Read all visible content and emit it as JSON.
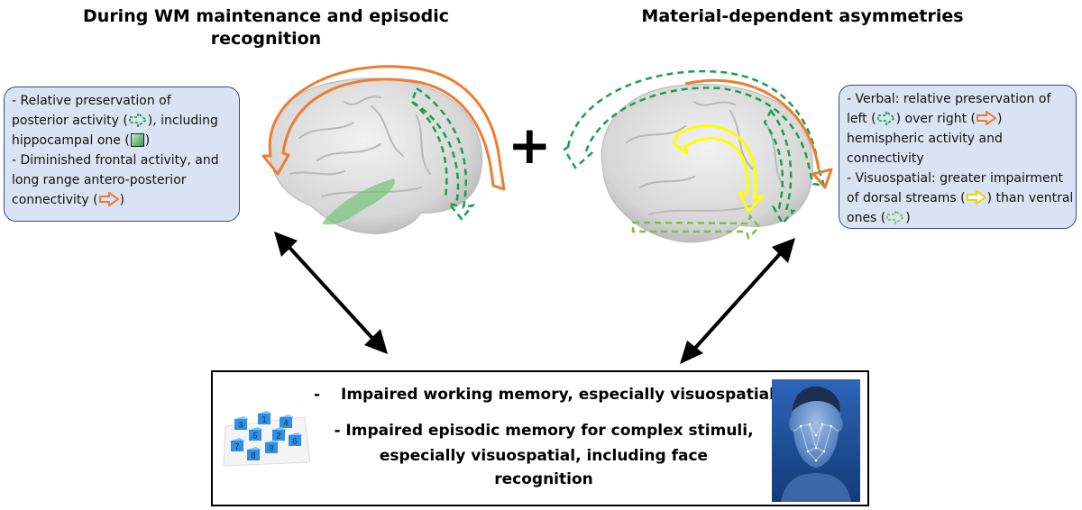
{
  "headings": {
    "left": "During WM maintenance and episodic recognition",
    "right": "Material-dependent asymmetries"
  },
  "plus_symbol": "+",
  "left_note": {
    "line1": "- Relative preservation of",
    "line2a": "posterior activity (",
    "line2b": "), including",
    "line3a": "hippocampal one (",
    "line3b": ")",
    "line4": "- Diminished frontal activity, and",
    "line5": "long range antero-posterior",
    "line6a": "connectivity (",
    "line6b": ")"
  },
  "right_note": {
    "line1": "- Verbal: relative preservation of",
    "line2a": "left (",
    "line2b": ") over right (",
    "line2c": ")",
    "line3": "hemispheric activity and",
    "line4": "connectivity",
    "line5": "- Visuospatial: greater impairment",
    "line6a": "of dorsal streams (",
    "line6b": ") than ventral",
    "line7a": "ones (",
    "line7b": ")"
  },
  "bottom_box": {
    "dash": "-",
    "line1": "Impaired working memory, especially visuospatial",
    "line2": "- Impaired episodic memory for complex stimuli,",
    "line3": "especially visuospatial, including face recognition"
  },
  "cube_numbers": [
    "3",
    "1",
    "4",
    "5",
    "2",
    "6",
    "7",
    "9",
    "8"
  ],
  "colors": {
    "box_fill": "#dae3f3",
    "box_border": "#2f4e8f",
    "orange_arrow": "#ed7d31",
    "green_arrow": "#1aa04a",
    "light_green_arrow": "#78c043",
    "yellow_arrow": "#ffff00",
    "hippocampus": "#6fbf73",
    "cube_blue": "#2f8fe0",
    "face_bg": "#1d4b8f"
  },
  "icons": [
    "green-dashed-arrow-icon",
    "hippocampus-square-icon",
    "orange-arrow-icon",
    "yellow-arrow-icon",
    "light-green-dashed-arrow-icon"
  ]
}
